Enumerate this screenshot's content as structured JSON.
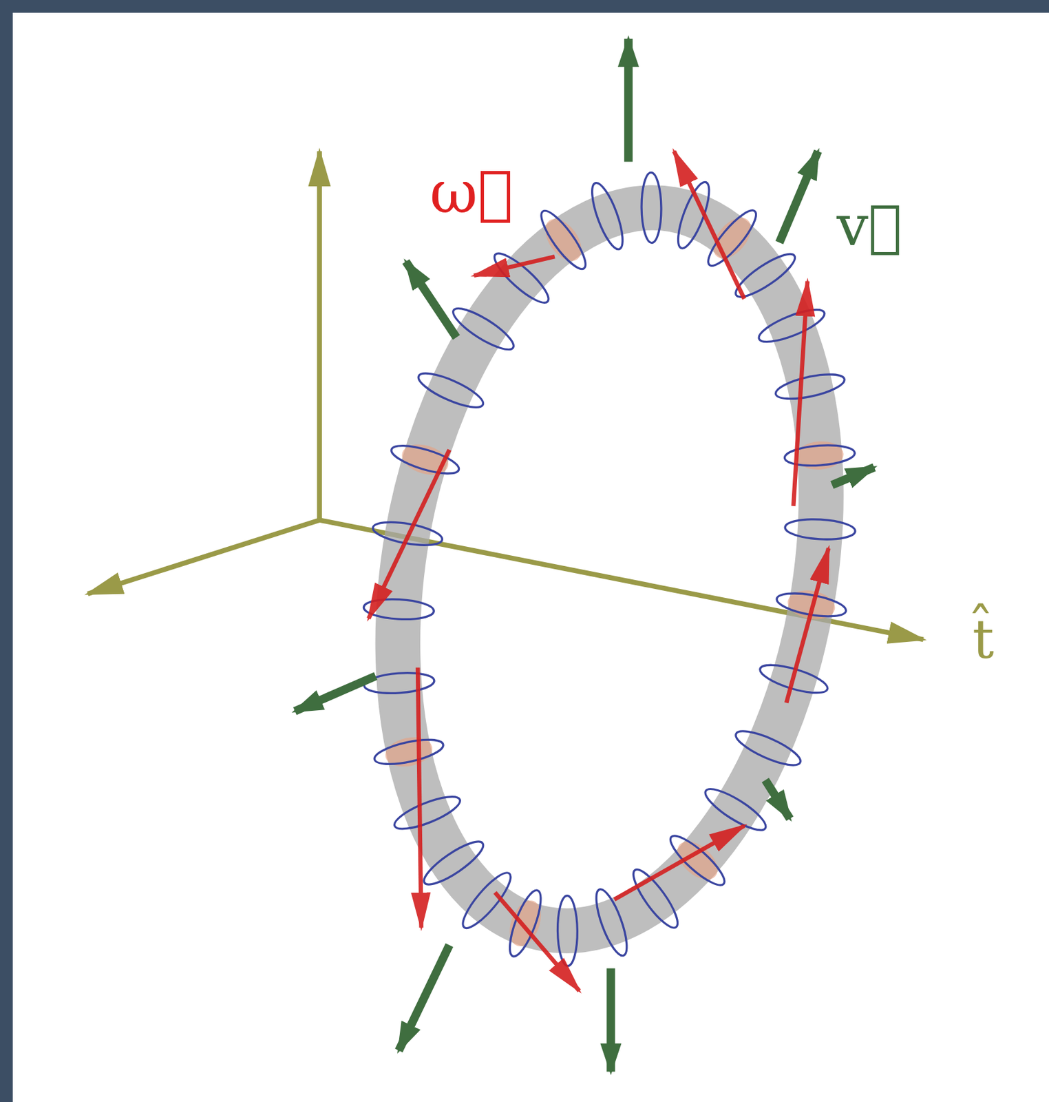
{
  "diagram": {
    "labels": [
      "ω⃗",
      "v⃗",
      "t̂"
    ]
  }
}
